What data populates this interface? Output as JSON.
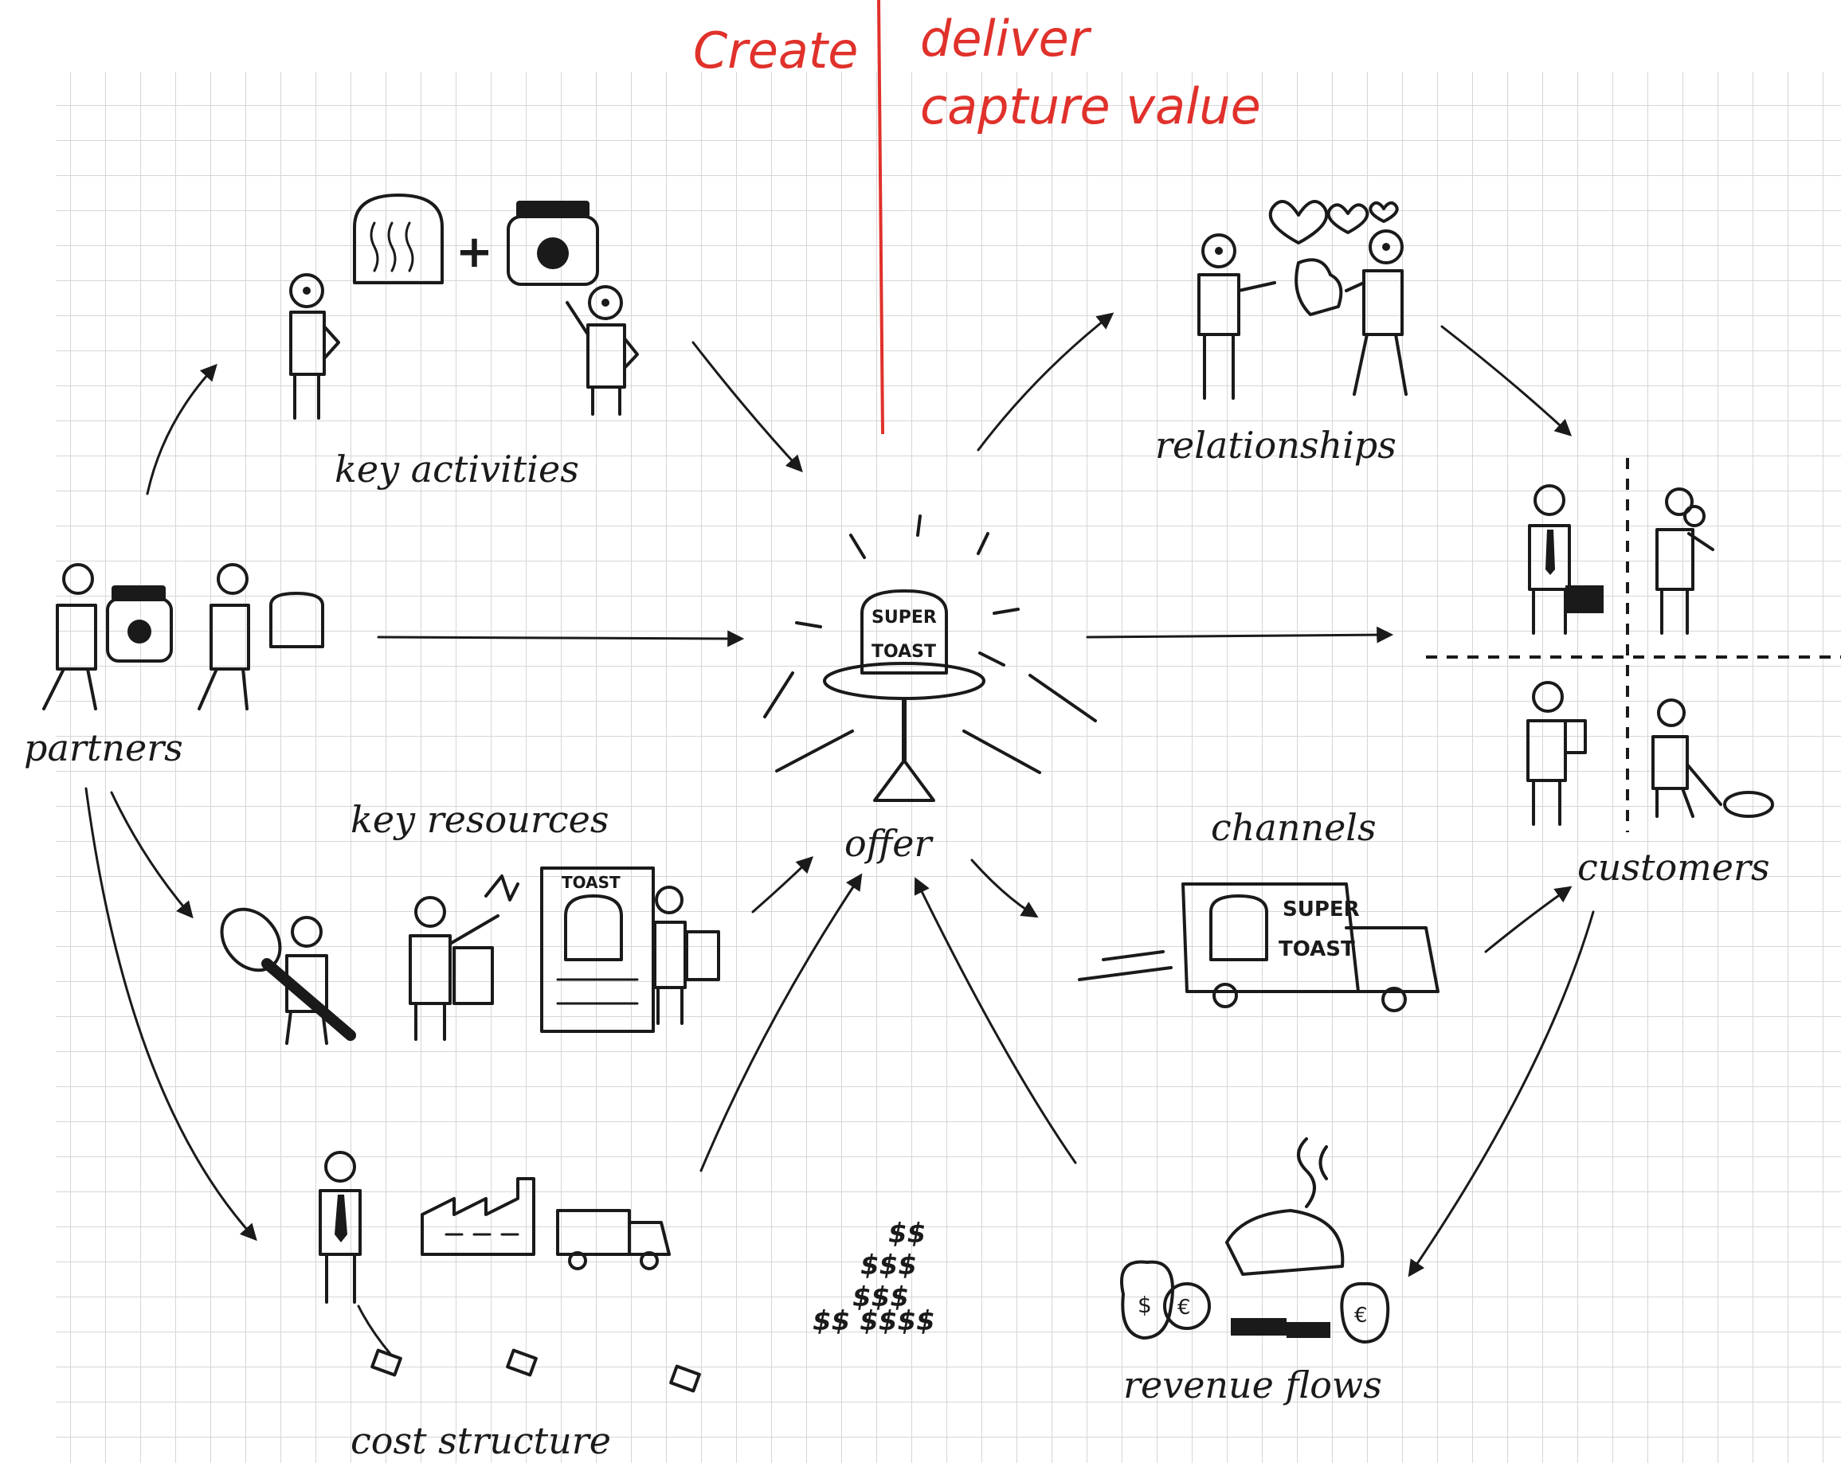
{
  "annotations": {
    "create": "Create",
    "deliver": "deliver",
    "capture_value": "capture value",
    "color": "#e0312b"
  },
  "blocks": {
    "key_activities": "key activities",
    "partners": "partners",
    "key_resources": "key resources",
    "cost_structure": "cost structure",
    "offer": "offer",
    "relationships": "relationships",
    "channels": "channels",
    "customers": "customers",
    "revenue_flows": "revenue flows"
  },
  "product": {
    "cake_label_line1": "SUPER",
    "cake_label_line2": "TOAST",
    "truck_label_line1": "SUPER",
    "truck_label_line2": "TOAST",
    "billboard_label": "TOAST"
  },
  "colors": {
    "ink": "#1a1a1a",
    "grid": "#d6d6d6",
    "paper": "#ffffff",
    "accent_red": "#e0312b"
  }
}
